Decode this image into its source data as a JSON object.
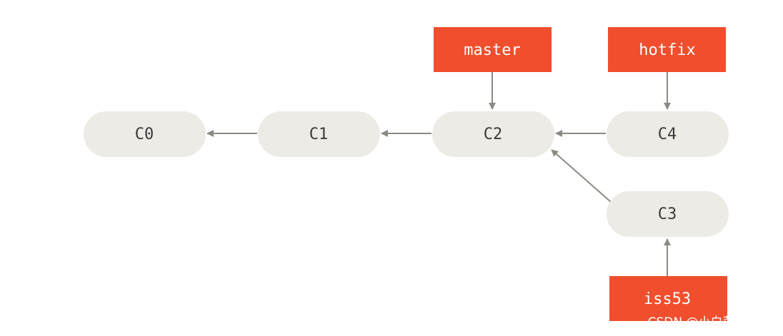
{
  "commits": [
    {
      "id": "c0",
      "label": "C0"
    },
    {
      "id": "c1",
      "label": "C1"
    },
    {
      "id": "c2",
      "label": "C2"
    },
    {
      "id": "c4",
      "label": "C4"
    },
    {
      "id": "c3",
      "label": "C3"
    }
  ],
  "branches": [
    {
      "id": "master",
      "label": "master",
      "points_to": "C2"
    },
    {
      "id": "hotfix",
      "label": "hotfix",
      "points_to": "C4"
    },
    {
      "id": "iss53",
      "label": "iss53",
      "points_to": "C3"
    }
  ],
  "parent_links": [
    {
      "from": "C1",
      "to": "C0"
    },
    {
      "from": "C2",
      "to": "C1"
    },
    {
      "from": "C4",
      "to": "C2"
    },
    {
      "from": "C3",
      "to": "C2"
    }
  ],
  "colors": {
    "commit_fill": "#ecebe6",
    "branch_fill": "#f04e2d",
    "arrow": "#8c8a83"
  },
  "watermark": "CSDN @小白菜duang"
}
